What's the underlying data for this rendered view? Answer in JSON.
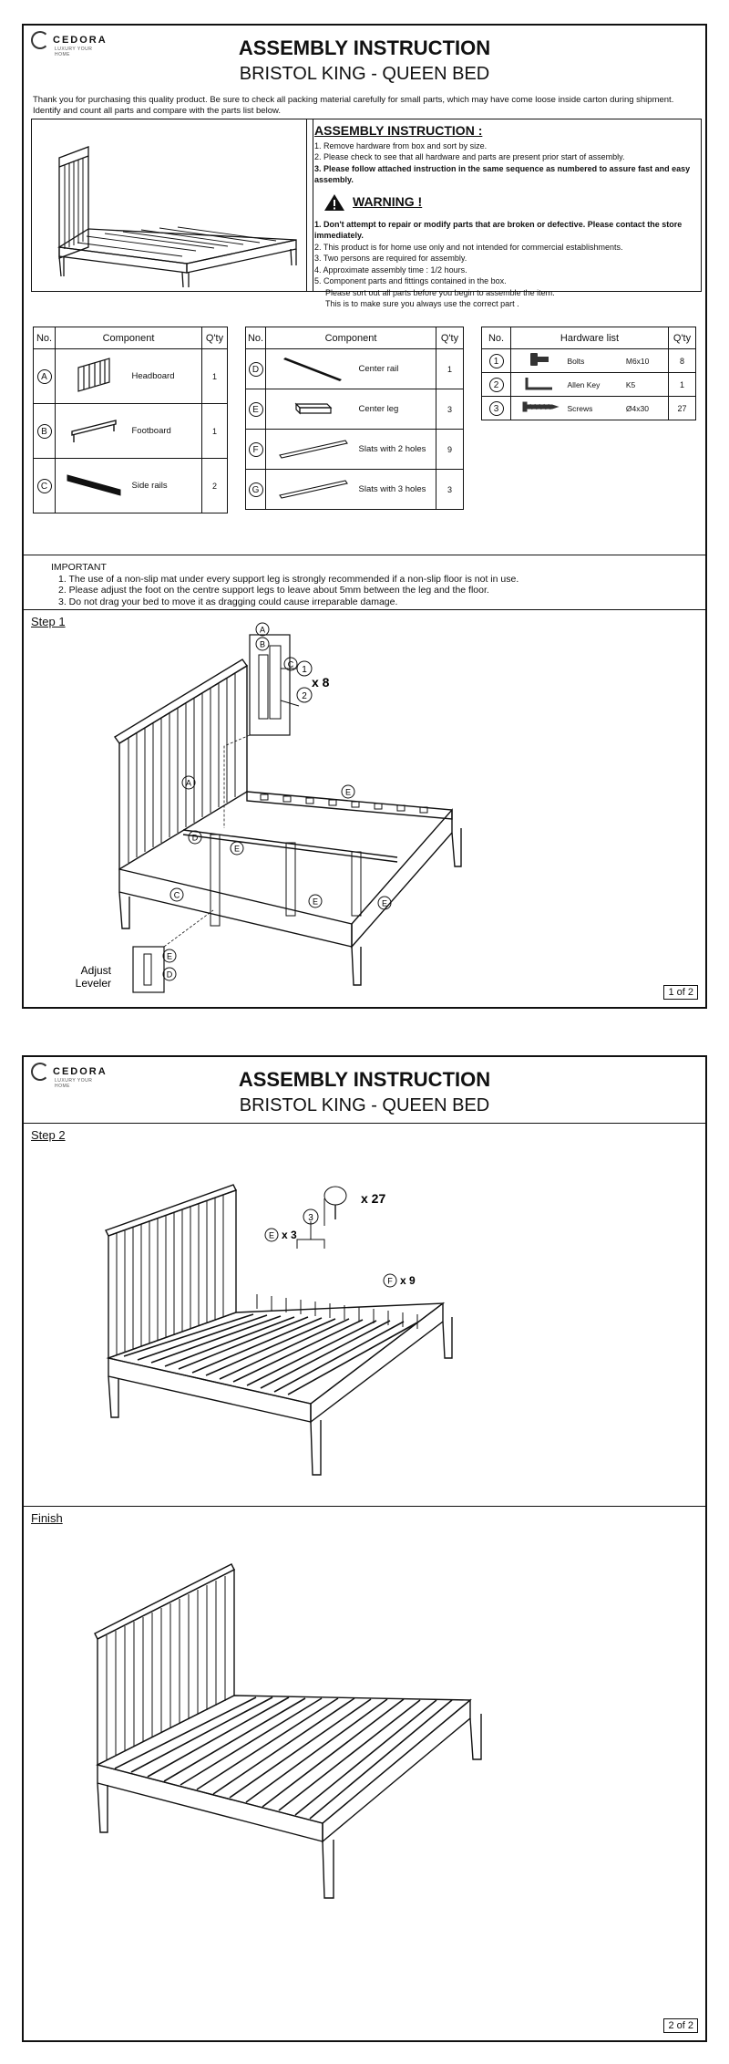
{
  "brand": {
    "name": "CEDORA",
    "tagline": "LUXURY YOUR HOME"
  },
  "title": "ASSEMBLY INSTRUCTION",
  "subtitle": "BRISTOL KING - QUEEN BED",
  "intro": "Thank you for purchasing this quality product. Be sure to check all packing material carefully for small parts, which may have come loose inside carton during shipment. Identify and count all parts and compare with the parts list below.",
  "instructions": {
    "heading": "ASSEMBLY INSTRUCTION :",
    "items": [
      "1. Remove hardware from box and sort by size.",
      "2. Please check to see that all hardware and parts are present prior start of assembly.",
      "3. Please follow attached instruction in the same sequence as numbered to assure fast and easy assembly."
    ]
  },
  "warning": {
    "heading": "WARNING !",
    "items": [
      "1. Don't attempt to repair or modify parts that are broken or defective. Please contact the store immediately.",
      "2. This product is for home use  only and not intended for commercial establishments.",
      "3. Two persons are required for assembly.",
      "4. Approximate assembly time : 1/2 hours.",
      "5. Component parts and fittings contained in the box.",
      "Please sort out all parts before you begin to assemble the item.",
      "This is to make sure  you always use the correct part ."
    ]
  },
  "components_table_1": {
    "headers": [
      "No.",
      "Component",
      "Q'ty"
    ],
    "rows": [
      {
        "no": "A",
        "name": "Headboard",
        "qty": "1"
      },
      {
        "no": "B",
        "name": "Footboard",
        "qty": "1"
      },
      {
        "no": "C",
        "name": "Side rails",
        "qty": "2"
      }
    ]
  },
  "components_table_2": {
    "headers": [
      "No.",
      "Component",
      "Q'ty"
    ],
    "rows": [
      {
        "no": "D",
        "name": "Center rail",
        "qty": "1"
      },
      {
        "no": "E",
        "name": "Center leg",
        "qty": "3"
      },
      {
        "no": "F",
        "name": "Slats with 2 holes",
        "qty": "9"
      },
      {
        "no": "G",
        "name": "Slats with 3 holes",
        "qty": "3"
      }
    ]
  },
  "hardware_table": {
    "headers": [
      "No.",
      "Hardware list",
      "Q'ty"
    ],
    "rows": [
      {
        "no": "1",
        "name": "Bolts",
        "size": "M6x10",
        "qty": "8"
      },
      {
        "no": "2",
        "name": "Allen Key",
        "size": "K5",
        "qty": "1"
      },
      {
        "no": "3",
        "name": "Screws",
        "size": "Ø4x30",
        "qty": "27"
      }
    ]
  },
  "important": {
    "heading": "IMPORTANT",
    "items": [
      "1. The use of a non-slip mat under every support leg is strongly recommended if a non-slip floor is not in use.",
      "2. Please adjust the foot on the centre support legs to leave about 5mm between the leg and the floor.",
      "3. Do not drag your bed to move it as dragging could cause irreparable damage."
    ]
  },
  "step1": {
    "label": "Step 1",
    "callouts": {
      "A": "A",
      "B": "B",
      "C": "C",
      "D": "D",
      "E": "E",
      "h1": "1",
      "h2": "2",
      "bolt_count": "x 8",
      "leveler_line1": "Adjust",
      "leveler_line2": "Leveler"
    },
    "page": "1 of 2"
  },
  "step2": {
    "label": "Step 2",
    "callouts": {
      "screw_count": "x 27",
      "e_count": "x 3",
      "f_count": "x 9",
      "E": "E",
      "F": "F",
      "h3": "3"
    }
  },
  "finish": {
    "label": "Finish",
    "page": "2 of 2"
  }
}
